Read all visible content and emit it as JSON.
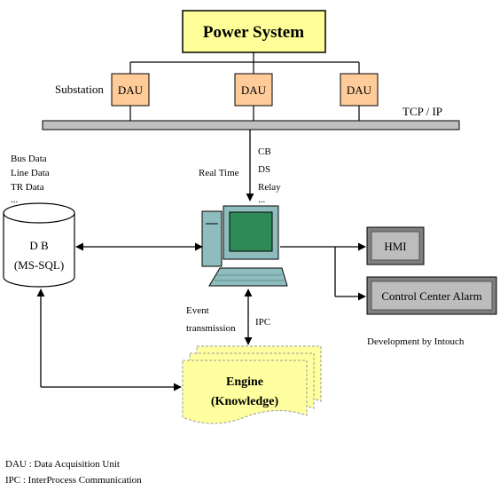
{
  "colors": {
    "power_fill": "#ffff99",
    "dau_fill": "#ffcc99",
    "bus_fill": "#c0c0c0",
    "engine_fill": "#ffffa0",
    "monitor_fill": "#2e8b57",
    "pc_fill": "#8fbcbc",
    "box_gray": "#bdbdbd"
  },
  "icons": [
    "database-cylinder-icon",
    "computer-workstation-icon",
    "multi-document-icon"
  ],
  "diagram": {
    "power_system": "Power System",
    "substation_label": "Substation",
    "dau_labels": [
      "DAU",
      "DAU",
      "DAU"
    ],
    "bus_label": "TCP / IP",
    "db_data": [
      "Bus Data",
      "Line Data",
      "TR Data",
      "..."
    ],
    "db_label_1": "D B",
    "db_label_2": "(MS-SQL)",
    "real_time": "Real Time",
    "signals": [
      "CB",
      "DS",
      "Relay",
      "..."
    ],
    "hmi": "HMI",
    "alarm": "Control Center Alarm",
    "development": "Development by Intouch",
    "event_label_1": "Event",
    "event_label_2": "transmission",
    "ipc": "IPC",
    "engine_1": "Engine",
    "engine_2": "(Knowledge)",
    "legend": [
      "DAU : Data Acquisition Unit",
      "IPC : InterProcess Communication"
    ]
  }
}
